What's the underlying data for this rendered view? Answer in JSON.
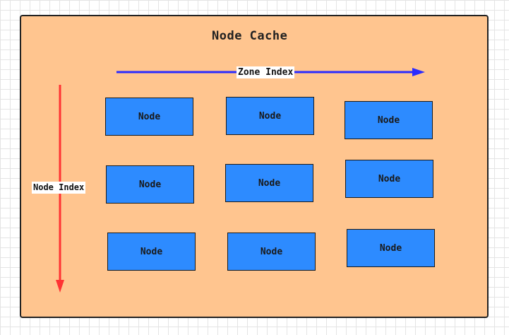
{
  "diagram": {
    "title": "Node Cache",
    "zone_axis_label": "Zone Index",
    "node_axis_label": "Node Index",
    "colors": {
      "container_fill": "#ffc58f",
      "node_fill": "#2d8bff",
      "zone_arrow": "#2b2bff",
      "node_arrow": "#ff3333"
    },
    "nodes": [
      {
        "label": "Node"
      },
      {
        "label": "Node"
      },
      {
        "label": "Node"
      },
      {
        "label": "Node"
      },
      {
        "label": "Node"
      },
      {
        "label": "Node"
      },
      {
        "label": "Node"
      },
      {
        "label": "Node"
      },
      {
        "label": "Node"
      }
    ]
  }
}
